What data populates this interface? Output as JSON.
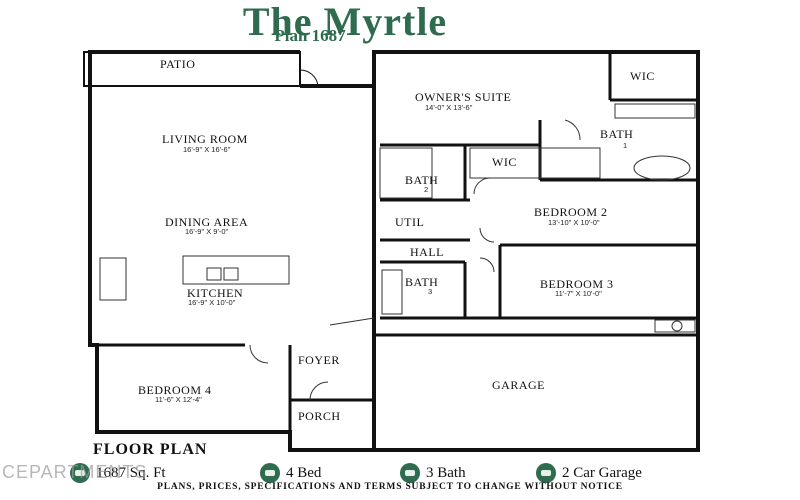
{
  "header": {
    "title": "The Myrtle",
    "plan": "Plan 1687"
  },
  "rooms": {
    "patio": "PATIO",
    "owners_suite": "OWNER'S SUITE",
    "owners_suite_dim": "14'-0\" X 13'-6\"",
    "wic_owner": "WIC",
    "bath1": "BATH",
    "bath1_num": "1",
    "living_room": "LIVING ROOM",
    "living_room_dim": "16'-9\" X 16'-6\"",
    "bath2": "BATH",
    "bath2_num": "2",
    "wic2": "WIC",
    "dining_area": "DINING AREA",
    "dining_area_dim": "16'-9\" X 9'-0\"",
    "util": "UTIL",
    "bedroom2": "BEDROOM 2",
    "bedroom2_dim": "13'-10\" X 10'-0\"",
    "hall": "HALL",
    "bath3": "BATH",
    "bath3_num": "3",
    "bedroom3": "BEDROOM 3",
    "bedroom3_dim": "11'-7\" X 10'-0\"",
    "kitchen": "KITCHEN",
    "kitchen_dim": "16'-9\" X 10'-0\"",
    "foyer": "FOYER",
    "bedroom4": "BEDROOM 4",
    "bedroom4_dim": "11'-6\" X 12'-4\"",
    "garage": "GARAGE",
    "porch": "PORCH"
  },
  "footer": {
    "floor_plan_label": "FLOOR PLAN",
    "sqft": "1687 Sq. Ft",
    "beds": "4 Bed",
    "baths": "3 Bath",
    "garage": "2 Car Garage",
    "disclaimer": "PLANS, PRICES, SPECIFICATIONS AND TERMS SUBJECT TO CHANGE WITHOUT NOTICE",
    "watermark": "CEPARTMENTS"
  },
  "colors": {
    "brand_green": "#2f6b4f",
    "wall": "#111111"
  }
}
